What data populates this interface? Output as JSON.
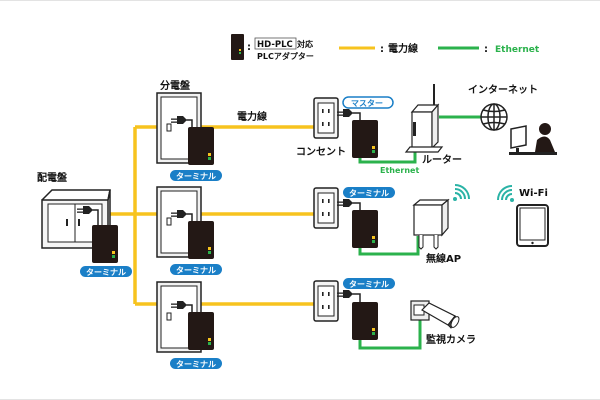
{
  "colors": {
    "power_line": "#f7c31e",
    "ethernet": "#2bb24c",
    "adapter": "#231815",
    "badge": "#1a7fc7",
    "wifi": "#2ab3a6"
  },
  "legend": {
    "adapter_line1": "HD-PLC",
    "adapter_line1_suffix": "対応",
    "adapter_line2": "PLCアダプター",
    "power_label": "電力線",
    "ethernet_label": "Ethernet",
    "separator": ":"
  },
  "nodes": {
    "main_panel": "配電盤",
    "sub_panel": "分電盤",
    "power_line_label": "電力線",
    "outlet": "コンセント",
    "router": "ルーター",
    "internet": "インターネット",
    "ethernet_under_router": "Ethernet",
    "wireless_ap": "無線AP",
    "wifi": "Wi-Fi",
    "camera": "監視カメラ"
  },
  "badges": {
    "terminal": "ターミナル",
    "master": "マスター"
  },
  "icons": [
    "plc-adapter-icon",
    "distribution-board-icon",
    "outlet-icon",
    "router-icon",
    "globe-icon",
    "pc-user-icon",
    "access-point-icon",
    "wifi-icon",
    "tablet-icon",
    "security-camera-icon"
  ]
}
